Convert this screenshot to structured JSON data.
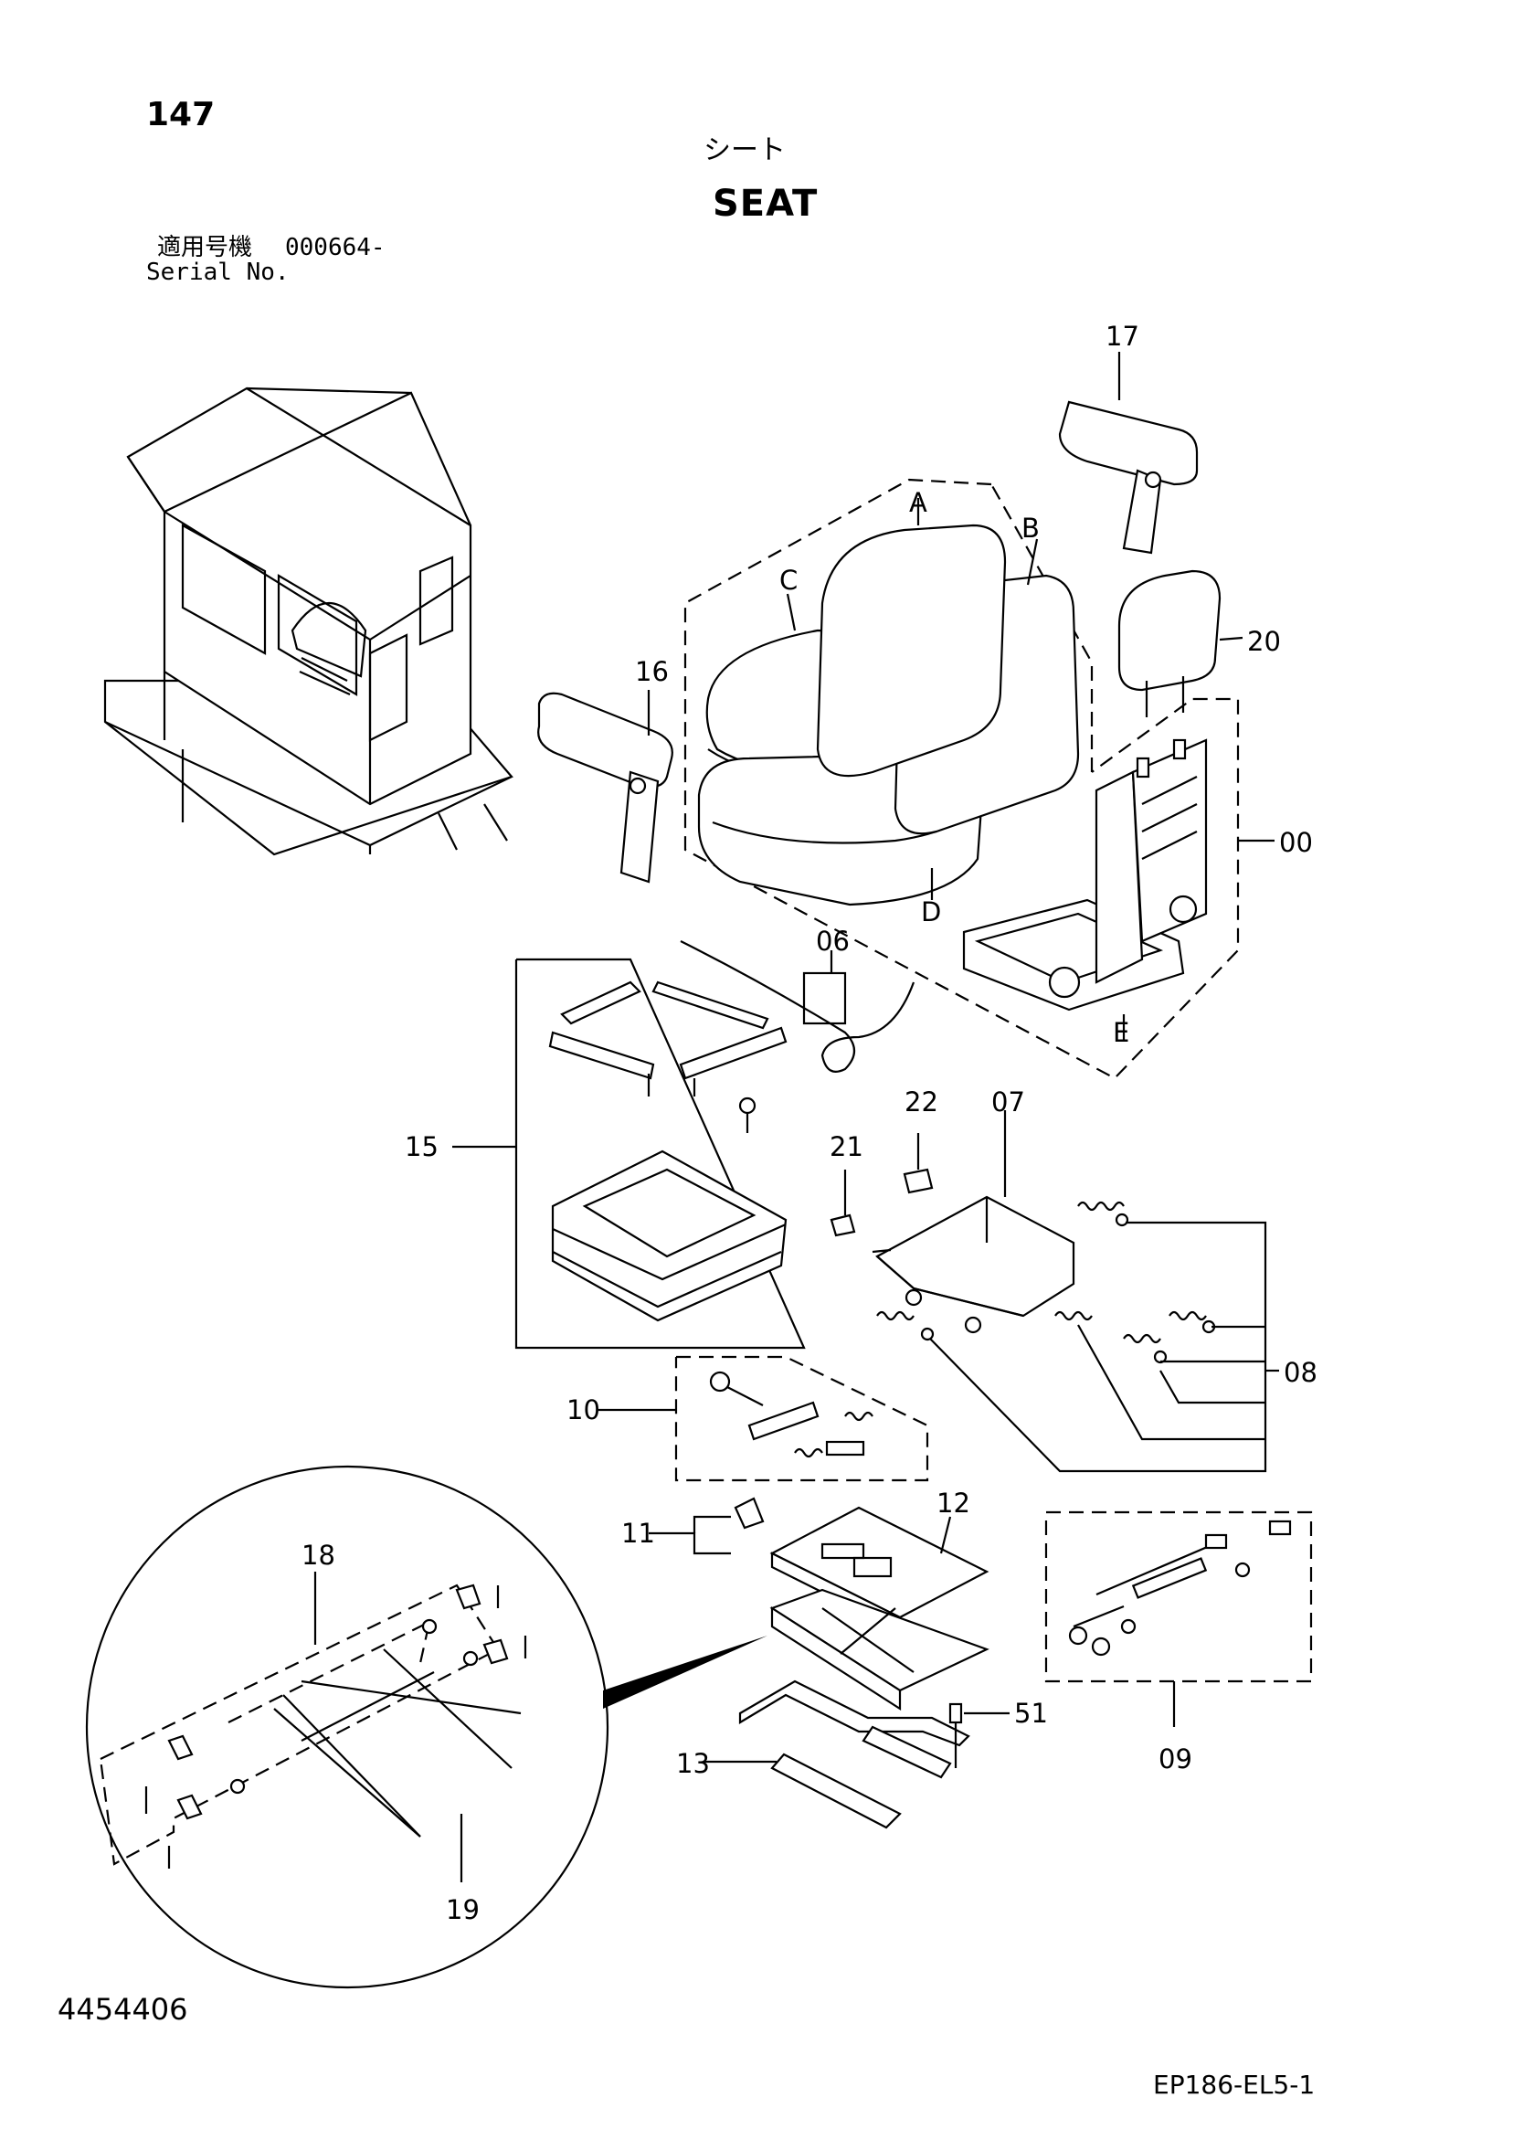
{
  "header": {
    "page_number": "147",
    "title_jp": "シート",
    "title_en": "SEAT",
    "serial_label_jp": "適用号機",
    "serial_value": "000664-",
    "serial_label_en": "Serial No."
  },
  "callouts": {
    "p17": "17",
    "pA": "A",
    "pB": "B",
    "pC": "C",
    "pD": "D",
    "pE": "E",
    "p16": "16",
    "p20": "20",
    "p00": "00",
    "p06": "06",
    "p15": "15",
    "p22": "22",
    "p07": "07",
    "p21": "21",
    "p08": "08",
    "p10": "10",
    "p11": "11",
    "p12": "12",
    "p18": "18",
    "p51": "51",
    "p13": "13",
    "p09": "09",
    "p19": "19"
  },
  "footer": {
    "doc_id": "4454406",
    "figure_code": "EP186-EL5-1"
  }
}
